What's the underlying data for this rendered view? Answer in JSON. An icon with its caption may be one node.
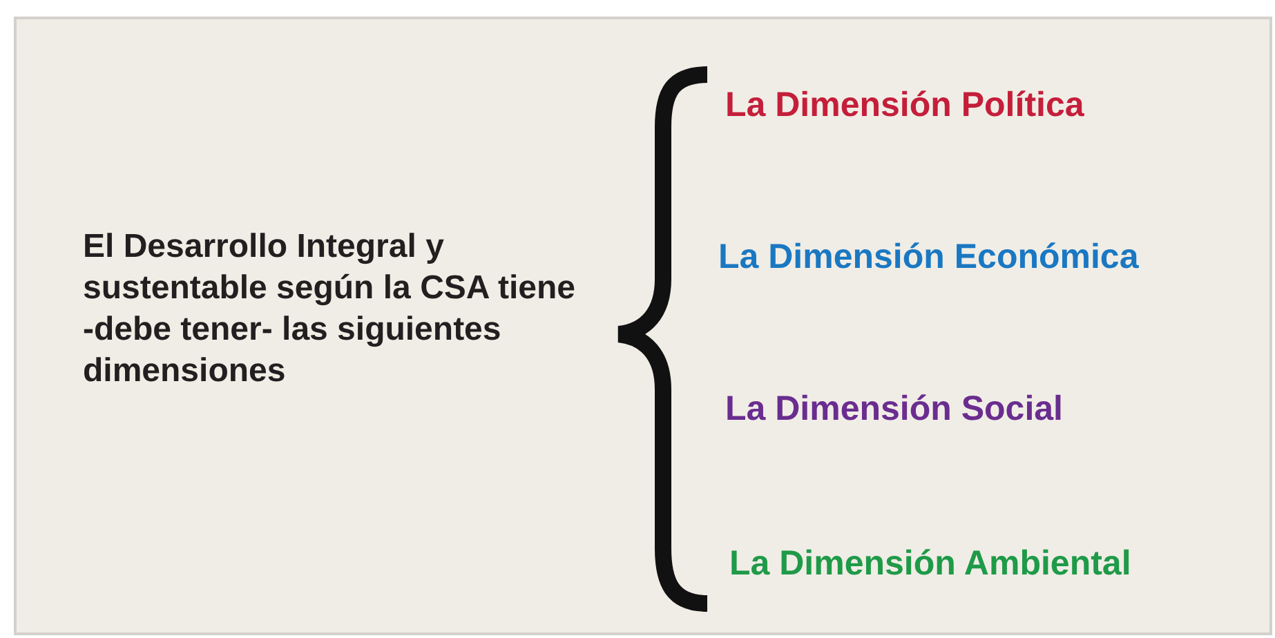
{
  "diagram": {
    "labels": [
      "El Desarrollo Integral y sustentable según la CSA tiene -debe tener- las siguientes dimensiones",
      "La Dimensión Política",
      "La Dimensión Económica",
      "La Dimensión Social",
      "La Dimensión Ambiental"
    ]
  }
}
